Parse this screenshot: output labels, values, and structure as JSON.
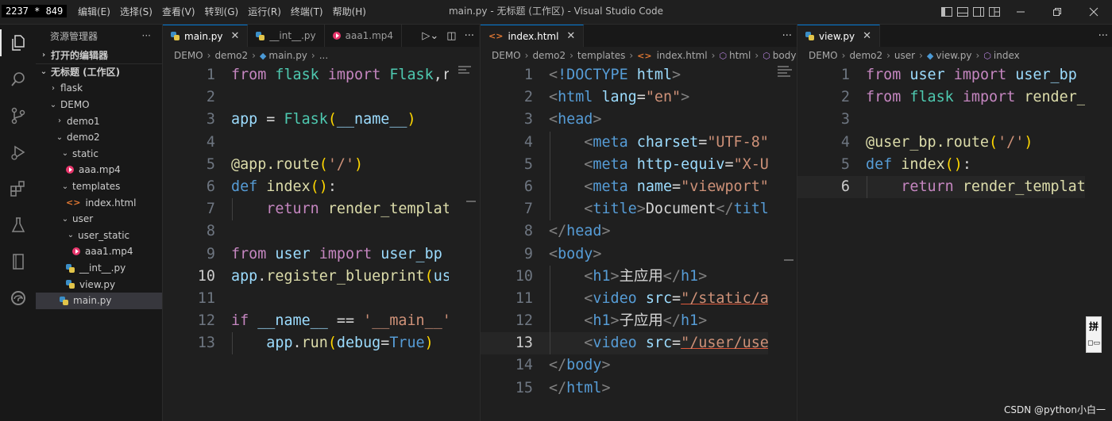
{
  "titlebar": {
    "dimension_badge": "2237 * 849",
    "menu": [
      "编辑(E)",
      "选择(S)",
      "查看(V)",
      "转到(G)",
      "运行(R)",
      "终端(T)",
      "帮助(H)"
    ],
    "window_title": "main.py - 无标题 (工作区) - Visual Studio Code"
  },
  "sidebar": {
    "title": "资源管理器",
    "more": "···",
    "open_editors": "打开的编辑器",
    "workspace": "无标题 (工作区)",
    "items": [
      {
        "label": "flask"
      },
      {
        "label": "DEMO"
      },
      {
        "label": "demo1"
      },
      {
        "label": "demo2"
      },
      {
        "label": "static"
      },
      {
        "label": "aaa.mp4"
      },
      {
        "label": "templates"
      },
      {
        "label": "index.html"
      },
      {
        "label": "user"
      },
      {
        "label": "user_static"
      },
      {
        "label": "aaa1.mp4"
      },
      {
        "label": "__int__.py"
      },
      {
        "label": "view.py"
      },
      {
        "label": "main.py"
      }
    ]
  },
  "pane1": {
    "tabs": [
      "main.py",
      "__int__.py",
      "aaa1.mp4"
    ],
    "breadcrumb": [
      "DEMO",
      "demo2",
      "main.py",
      "..."
    ],
    "line_numbers": [
      "1",
      "2",
      "3",
      "4",
      "5",
      "6",
      "7",
      "8",
      "9",
      "10",
      "11",
      "12",
      "13"
    ]
  },
  "pane2": {
    "tabs": [
      "index.html"
    ],
    "breadcrumb": [
      "DEMO",
      "demo2",
      "templates",
      "index.html",
      "html",
      "body"
    ],
    "line_numbers": [
      "1",
      "2",
      "3",
      "4",
      "5",
      "6",
      "7",
      "8",
      "9",
      "10",
      "11",
      "12",
      "13",
      "14",
      "15"
    ]
  },
  "pane3": {
    "tabs": [
      "view.py"
    ],
    "breadcrumb": [
      "DEMO",
      "demo2",
      "user",
      "view.py",
      "index"
    ],
    "line_numbers": [
      "1",
      "2",
      "3",
      "4",
      "5",
      "6"
    ]
  },
  "ime_badge": "拼",
  "watermark": "CSDN @python小白一"
}
